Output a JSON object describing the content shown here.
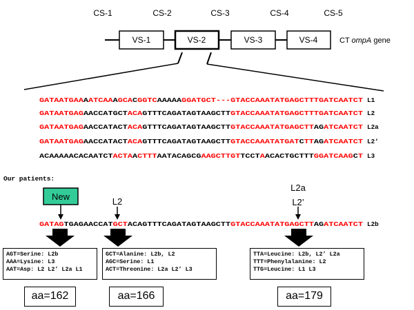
{
  "colors": {
    "black": "#000000",
    "red": "#ff0000",
    "new_box": "#33cc99"
  },
  "conserved_segments": [
    "CS-1",
    "CS-2",
    "CS-3",
    "CS-4",
    "CS-5"
  ],
  "variable_segments": [
    "VS-1",
    "VS-2",
    "VS-3",
    "VS-4"
  ],
  "gene_label_prefix": "CT ",
  "gene_label_italic": "ompA",
  "gene_label_suffix": " gene",
  "alignment": [
    {
      "seq": "GATAATGAAAATCAAAGCACGGTCAAAAAGGATGCT---GTACCAAATATGAGCTTTGATCAATCT",
      "label": "L1",
      "red": "111111111011111011101111000001111111111111111111111111111111111111"
    },
    {
      "seq": "GATAATGAGAACCATGCTACAGTTTCAGATAGTAAGCTTGTACCAAATATGAGCTTTGATCAATCT",
      "label": "L2",
      "red": "111111111000000000111000000000000000000111111111111111111111111111"
    },
    {
      "seq": "GATAATGAGAACCATACTACAGTTTCAGATAGTAAGCTTGTACCAAATATGAGCTTAGATCAATCT",
      "label": "L2a",
      "red": "111111111000000000111000000000000000000111111111111111110011111111"
    },
    {
      "seq": "GATAATGAGAACCATACTACAGTTTCAGATAGTAAGCTTGTACCAAATATGATCTTAGATCAATCT",
      "label": "L2’",
      "red": "111111111000000000111000000000000000000111111111111110110011111111"
    },
    {
      "seq": "ACAAAAACACAATCTACTAACTTTAATACAGCGAAGCTTGTTCCTAACACTGCTTTGGATCAAGCT",
      "label": "L3",
      "red": "000000000000000111101111000000000111111110000100000000001111111101"
    }
  ],
  "patients_heading": "Our patients:",
  "new_label": "New",
  "marker_l2": "L2",
  "marker_l2a": "L2a",
  "marker_l2prime": "L2’",
  "patient_seq": {
    "seq": "GATAGTGAGAACCATGCTACAGTTTCAGATAGTAAGCTTGTACCAAATATGAGCTTAGATCAATCT",
    "label": "L2b",
    "red": "111110000000000111000000000000000000000111111111111111110011111111"
  },
  "codon_boxes": [
    [
      "AGT=Serine: L2b",
      "AAA=Lysine: L3",
      "AAT=Asp: L2 L2’ L2a L1"
    ],
    [
      "GCT=Alanine: L2b, L2",
      "AGC=Serine: L1",
      "ACT=Threonine: L2a L2’ L3"
    ],
    [
      "TTA=Leucine: L2b, L2’ L2a",
      "TTT=Phenylalanine: L2",
      "TTG=Leucine: L1 L3"
    ]
  ],
  "aa_positions": [
    "aa=162",
    "aa=166",
    "aa=179"
  ]
}
